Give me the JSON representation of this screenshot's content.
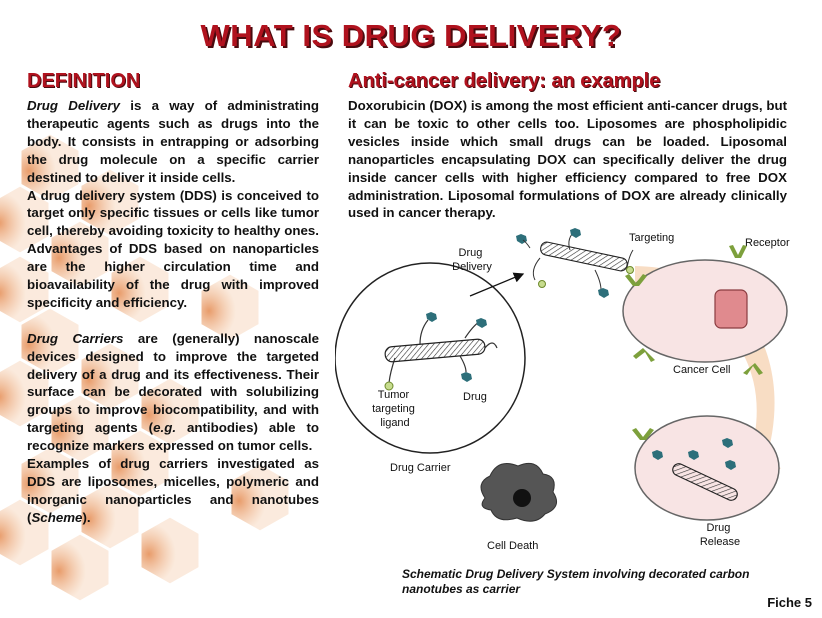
{
  "page_title": "WHAT IS DRUG DELIVERY?",
  "definition": {
    "heading": "DEFINITION",
    "p1_term": "Drug Delivery",
    "p1_text": " is a way of administrating therapeutic agents such as drugs into the body. It consists in entrapping or adsorbing the drug molecule on a specific carrier destined to deliver it inside cells.",
    "p2_text": "A drug delivery system (DDS) is conceived to target only specific tissues or cells like tumor cell, thereby avoiding toxicity to healthy ones. Advantages of DDS based on nanoparticles are the higher circulation time and bioavailability of the drug with improved specificity and efficiency.",
    "p3_term": "Drug Carriers",
    "p3_text_a": " are (generally) nanoscale devices designed to improve the targeted delivery of a drug and its effectiveness. Their surface can be decorated with solubilizing groups to improve biocompatibility, and with targeting agents (",
    "p3_eg": "e.g.",
    "p3_text_b": " antibodies) able to recognize markers expressed on tumor cells.",
    "p4_text_a": "Examples of drug carriers investigated as DDS are liposomes, micelles, polymeric and inorganic nanoparticles and nanotubes (",
    "p4_scheme": "Scheme",
    "p4_text_b": ")."
  },
  "example": {
    "heading": "Anti-cancer delivery: an example",
    "text": "Doxorubicin (DOX) is among the most efficient anti-cancer drugs, but it can be toxic to other cells too. Liposomes are phospholipidic vesicles inside which small drugs can be loaded. Liposomal nanoparticles encapsulating DOX can specifically deliver the drug inside cancer cells with higher efficiency compared to free DOX administration. Liposomal formulations of DOX are already clinically used in cancer therapy."
  },
  "diagram": {
    "drug_delivery_line1": "Drug",
    "drug_delivery_line2": "Delivery",
    "targeting": "Targeting",
    "receptor": "Receptor",
    "cancer_cell": "Cancer Cell",
    "tumor_line1": "Tumor",
    "tumor_line2": "targeting",
    "tumor_line3": "ligand",
    "drug": "Drug",
    "drug_carrier": "Drug Carrier",
    "cell_death": "Cell Death",
    "drug_release_line1": "Drug",
    "drug_release_line2": "Release"
  },
  "caption": "Schematic Drug Delivery System involving decorated carbon nanotubes as carrier",
  "footer": "Fiche 5",
  "colors": {
    "heading_red": "#b0121e",
    "hex_orange": "#e8955a",
    "cell_pink": "#f8e4e4",
    "receptor_green": "#7da03c"
  }
}
